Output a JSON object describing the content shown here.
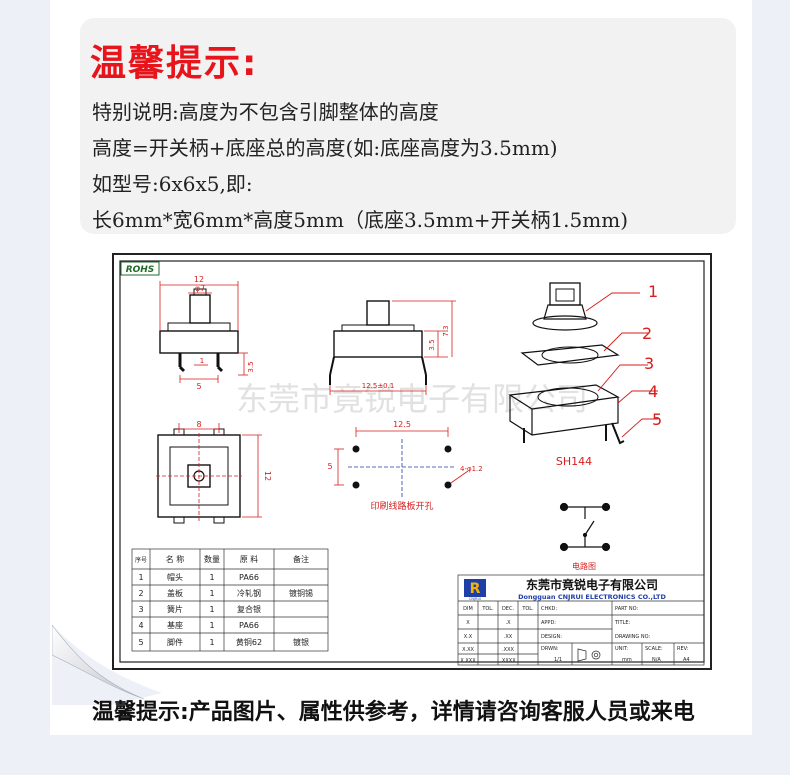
{
  "tip": {
    "title": "温馨提示:",
    "lines": [
      "特别说明:高度为不包含引脚整体的高度",
      "高度=开关柄+底座总的高度(如:底座高度为3.5mm)",
      "如型号:6x6x5,即:",
      "长6mm*宽6mm*高度5mm（底座3.5mm+开关柄1.5mm)"
    ]
  },
  "drawing": {
    "rohs": "ROHS",
    "watermark": "东莞市竟锐电子有限公司",
    "dims": {
      "d12_top": "12",
      "phi7": "φ7",
      "d35_left": "3.5",
      "d5_left": "5",
      "d1": "1",
      "d35_mid": "3.5",
      "d73": "7.3",
      "d125pm": "12.5±0.1",
      "d8": "8",
      "d12_front": "12",
      "d125_pcb": "12.5",
      "d5_pcb": "5",
      "hole": "4-φ1.2"
    },
    "pcb_caption": "印刷线路板开孔",
    "circuit_caption": "电路图",
    "model": "SH144",
    "callouts": [
      "1",
      "2",
      "3",
      "4",
      "5"
    ],
    "bom": {
      "headers": [
        "序号",
        "名 称",
        "数量",
        "原 料",
        "备注"
      ],
      "rows": [
        [
          "1",
          "帽头",
          "1",
          "PA66",
          ""
        ],
        [
          "2",
          "盖板",
          "1",
          "冷轧钢",
          "镀铜锡"
        ],
        [
          "3",
          "簧片",
          "1",
          "复合银",
          ""
        ],
        [
          "4",
          "基座",
          "1",
          "PA66",
          ""
        ],
        [
          "5",
          "脚件",
          "1",
          "黄铜62",
          "镀银"
        ]
      ]
    },
    "titleblock": {
      "company": "东莞市竟锐电子有限公司",
      "company_en": "Dongguan CNJRUI ELECTRONICS CO.,LTD",
      "logo_sub": "CNJRUI",
      "cols": [
        "DIM",
        "TOL.",
        "DEC.",
        "TOL."
      ],
      "cells": [
        [
          "X",
          "",
          ".X",
          ""
        ],
        [
          "X.X",
          "",
          ".XX",
          ""
        ],
        [
          "X.XX",
          "",
          ".XXX",
          ""
        ],
        [
          "X.XXX",
          "",
          ".XXXX",
          ""
        ]
      ],
      "labels": [
        "CHKD:",
        "APPD:",
        "DESIGN:",
        "PART NO:",
        "TITLE:",
        "DRAWING NO:",
        "DRWN:",
        "UNIT:",
        "SCALE:",
        "REV:"
      ],
      "unit": "mm",
      "scale": "N/A",
      "rev": "A4",
      "drwn_val": "1/1"
    }
  },
  "footer": {
    "note": "温馨提示:产品图片、属性供参考，详情请咨询客服人员或来电"
  },
  "colors": {
    "accent": "#e8141c",
    "drawing_red": "#d61e1e",
    "drawing_blue": "#1f3fa8"
  }
}
